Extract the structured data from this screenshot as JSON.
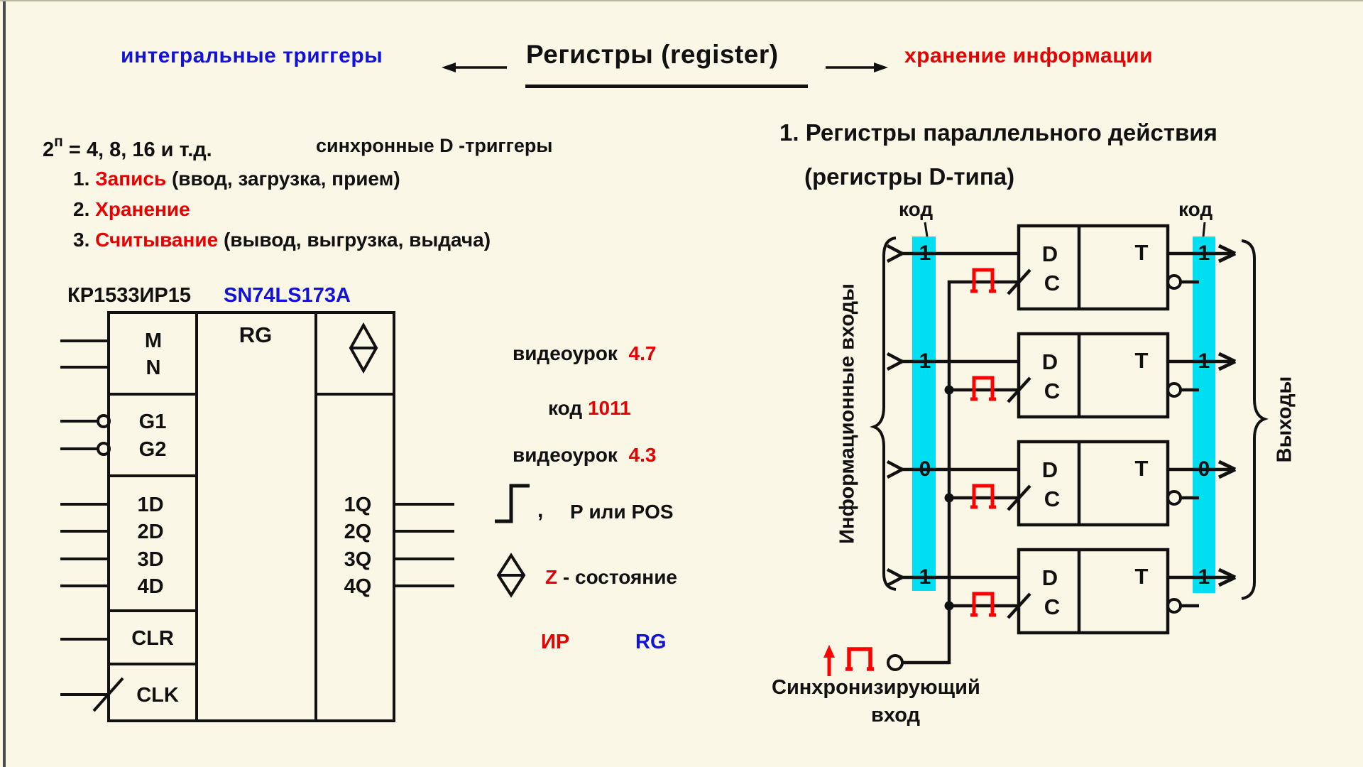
{
  "header": {
    "left_label": "интегральные триггеры",
    "title": "Регистры (register)",
    "right_label": "хранение информации"
  },
  "intro": {
    "formula_base": "2",
    "formula_sup": "п",
    "formula_rest": " = 4, 8, 16 и т.д.",
    "sync_label": "синхронные D -триггеры",
    "items": [
      {
        "num": "1.",
        "term": "Запись",
        "rest": " (ввод, загрузка, прием)"
      },
      {
        "num": "2.",
        "term": "Хранение",
        "rest": ""
      },
      {
        "num": "3.",
        "term": "Считывание",
        "rest": " (вывод, выгрузка, выдача)"
      }
    ]
  },
  "chip": {
    "name_ru": "КР1533ИР15",
    "name_en": "SN74LS173A",
    "rg_label": "RG",
    "pin_m": "M",
    "pin_n": "N",
    "pin_g1": "G1",
    "pin_g2": "G2",
    "pin_1d": "1D",
    "pin_2d": "2D",
    "pin_3d": "3D",
    "pin_4d": "4D",
    "pin_clr": "CLR",
    "pin_clk": "CLK",
    "pin_1q": "1Q",
    "pin_2q": "2Q",
    "pin_3q": "3Q",
    "pin_4q": "4Q"
  },
  "notes": {
    "lesson1_label": "видеоурок",
    "lesson1_num": "4.7",
    "code_label": "код",
    "code_value": "1011",
    "lesson2_label": "видеоурок",
    "lesson2_num": "4.3",
    "comma": ",",
    "edge_label": "Р или POS",
    "z_letter": "Z",
    "z_rest": "- состояние",
    "ir_label": "ИР",
    "rg_label": "RG"
  },
  "register_diagram": {
    "heading_line1": "1. Регистры параллельного действия",
    "heading_line2": "(регистры D-типа)",
    "code_left": "код",
    "code_right": "код",
    "inputs_label": "Информационные входы",
    "outputs_label": "Выходы",
    "sync_line1": "Синхронизирующий",
    "sync_line2": "вход",
    "input_bits": [
      "1",
      "1",
      "0",
      "1"
    ],
    "output_bits": [
      "1",
      "1",
      "0",
      "1"
    ],
    "d_label": "D",
    "c_label": "C",
    "t_label": "T"
  },
  "colors": {
    "background": "#faf7e6",
    "accent_red": "#e80000",
    "accent_blue": "#1212dd",
    "bus_cyan": "#00dff2",
    "line_black": "#111111"
  }
}
